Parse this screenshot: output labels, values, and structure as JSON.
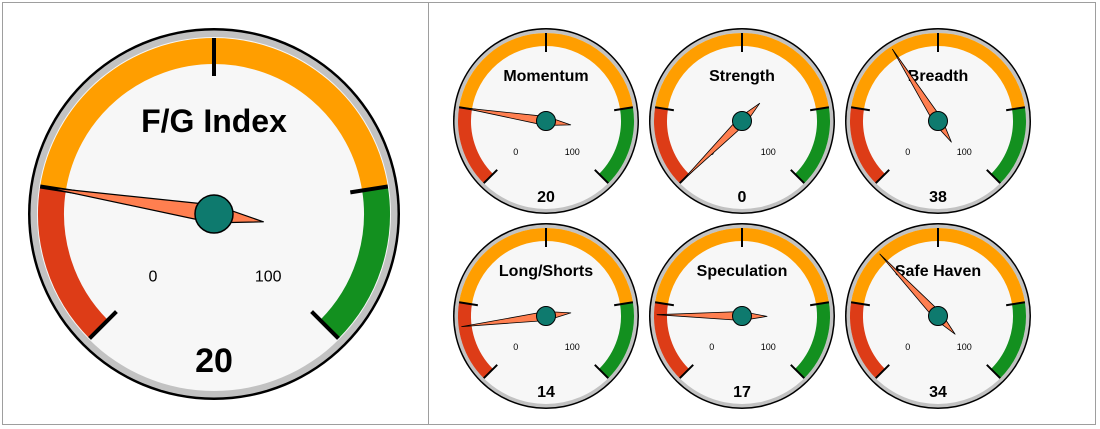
{
  "colors": {
    "red": "#dd3c17",
    "orange": "#ff9e00",
    "green": "#13901f",
    "needle": "#ff7f50",
    "hub": "#0e7a6e",
    "face": "#f7f7f7",
    "ring": "#c2c2c2"
  },
  "chart_data": {
    "type": "gauge",
    "scale": {
      "min": 0,
      "max": 100,
      "min_label": "0",
      "max_label": "100"
    },
    "bands": [
      {
        "from": 0,
        "to": 20,
        "color": "red"
      },
      {
        "from": 20,
        "to": 80,
        "color": "orange"
      },
      {
        "from": 80,
        "to": 100,
        "color": "green"
      }
    ],
    "gauges": [
      {
        "title": "F/G Index",
        "value": 20,
        "value_label": "20"
      },
      {
        "title": "Momentum",
        "value": 20,
        "value_label": "20"
      },
      {
        "title": "Strength",
        "value": 0,
        "value_label": "0"
      },
      {
        "title": "Breadth",
        "value": 38,
        "value_label": "38"
      },
      {
        "title": "Long/Shorts",
        "value": 14,
        "value_label": "14"
      },
      {
        "title": "Speculation",
        "value": 17,
        "value_label": "17"
      },
      {
        "title": "Safe Haven",
        "value": 34,
        "value_label": "34"
      }
    ]
  }
}
